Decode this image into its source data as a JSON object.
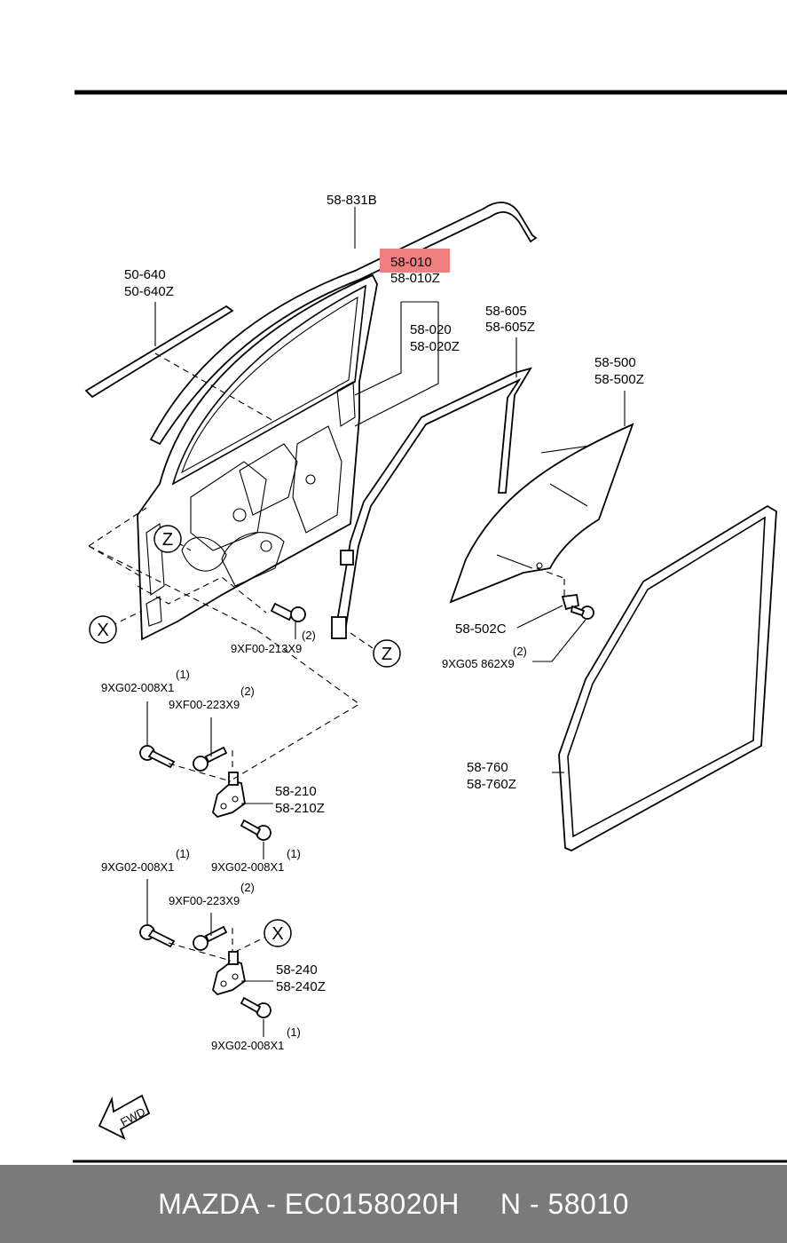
{
  "labels": {
    "p58831B": "58-831B",
    "p58010": "58-010",
    "p58010Z": "58-010Z",
    "p50640": "50-640",
    "p50640Z": "50-640Z",
    "p58020": "58-020",
    "p58020Z": "58-020Z",
    "p58605": "58-605",
    "p58605Z": "58-605Z",
    "p58500": "58-500",
    "p58500Z": "58-500Z",
    "p58502C": "58-502C",
    "q9XG05": "(2)",
    "p9XG05": "9XG05 862X9",
    "q9XF00_213": "(2)",
    "p9XF00_213": "9XF00-213X9",
    "q9XG02_a": "(1)",
    "p9XG02_a": "9XG02-008X1",
    "q9XF00_223a": "(2)",
    "p9XF00_223a": "9XF00-223X9",
    "p58210": "58-210",
    "p58210Z": "58-210Z",
    "q9XG02_b": "(1)",
    "p9XG02_b": "9XG02-008X1",
    "q9XG02_c": "(1)",
    "p9XG02_c": "9XG02-008X1",
    "q9XF00_223b": "(2)",
    "p9XF00_223b": "9XF00-223X9",
    "p58240": "58-240",
    "p58240Z": "58-240Z",
    "q9XG02_d": "(1)",
    "p9XG02_d": "9XG02-008X1",
    "p58760": "58-760",
    "p58760Z": "58-760Z",
    "refZ": "Z",
    "refX": "X",
    "fwd": "FWD"
  },
  "highlight_color": "#f08080",
  "footer": {
    "brand_part": "MAZDA - EC0158020H",
    "ref_part": "N - 58010",
    "background": "#7a7a7a"
  }
}
